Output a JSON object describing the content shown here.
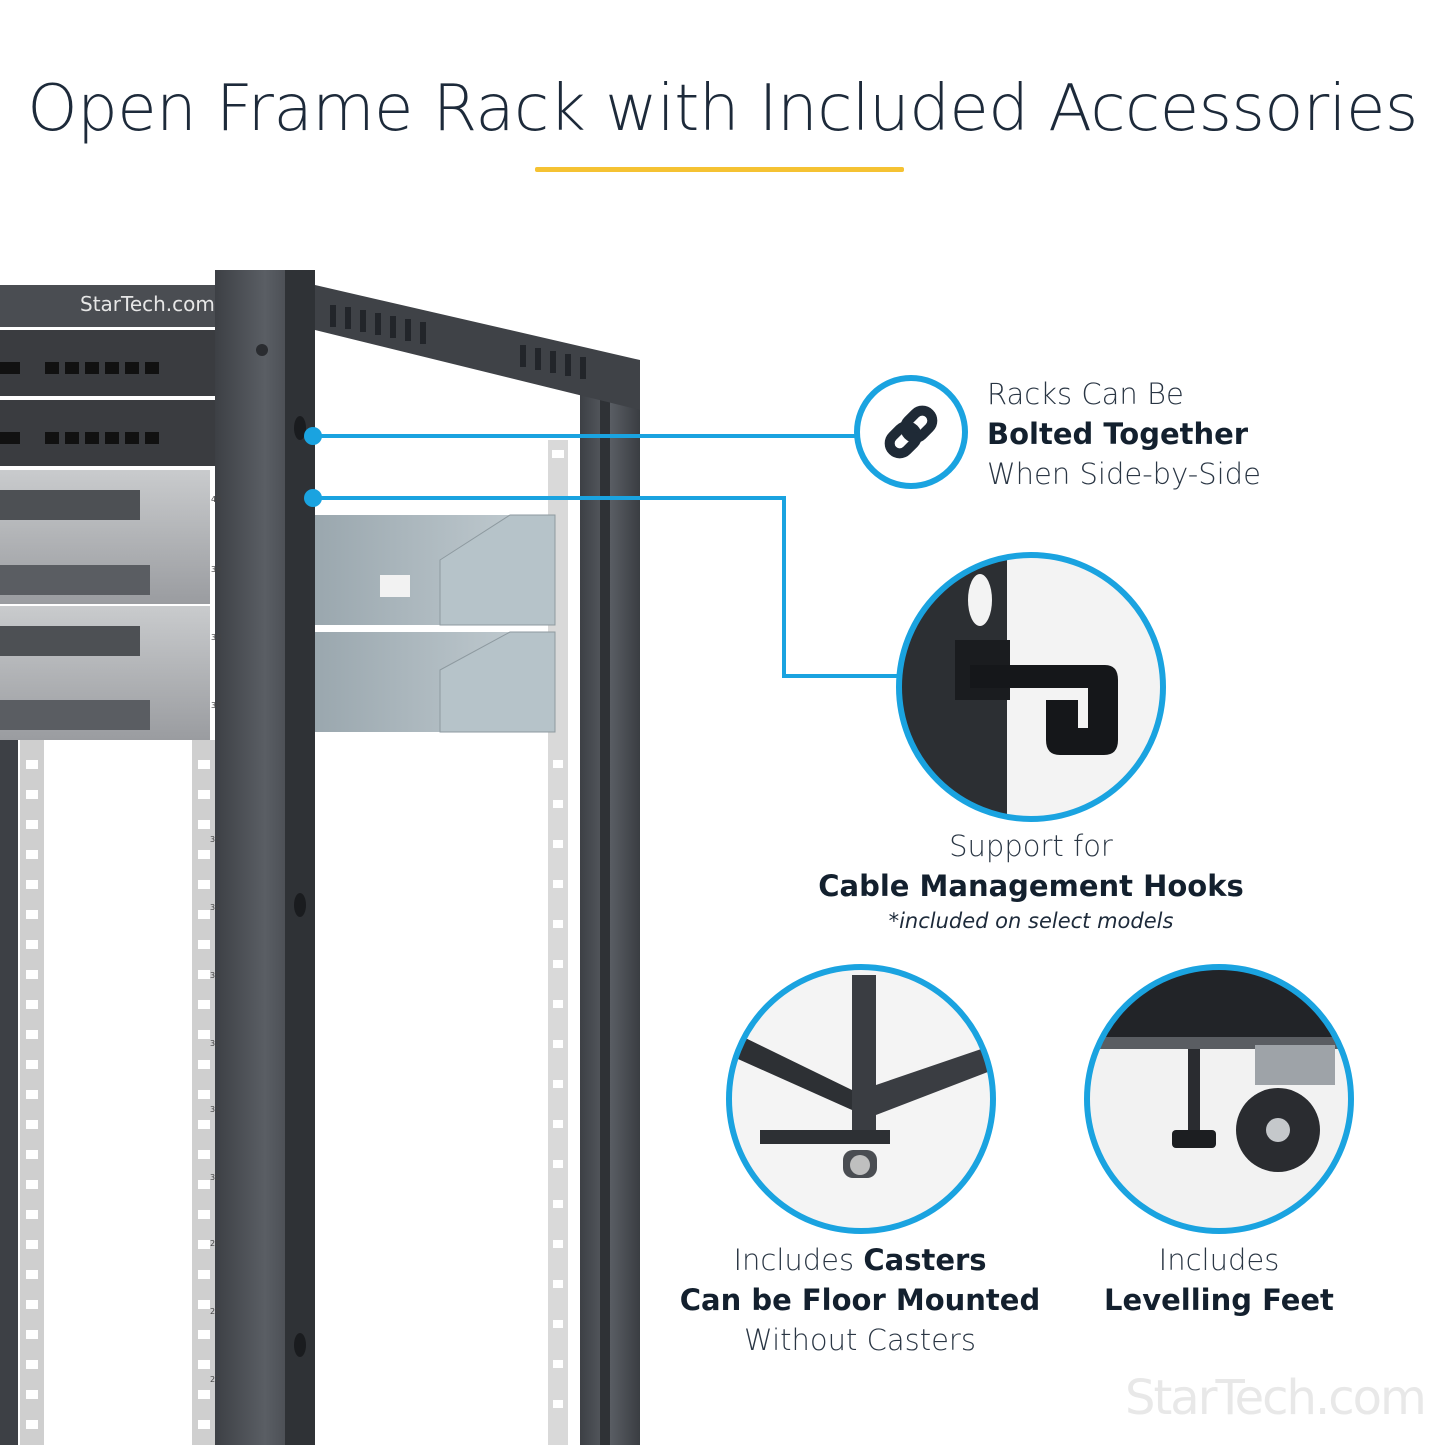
{
  "header": {
    "title": "Open Frame Rack with Included Accessories"
  },
  "rack": {
    "brand_label": "StarTech.com",
    "unit_numbers": [
      "40",
      "39",
      "38",
      "37",
      "35",
      "34",
      "33",
      "32",
      "31",
      "30",
      "29",
      "28",
      "27"
    ]
  },
  "features": {
    "bolted": {
      "line1": "Racks Can Be",
      "line2": "Bolted Together",
      "line3": "When Side-by-Side"
    },
    "hooks": {
      "line1": "Support for",
      "line2": "Cable Management Hooks",
      "note": "*included on select models"
    },
    "casters": {
      "line1_a": "Includes ",
      "line1_b": "Casters",
      "line2": "Can be Floor Mounted",
      "line3": "Without Casters"
    },
    "feet": {
      "line1": "Includes",
      "line2": "Levelling Feet"
    }
  },
  "colors": {
    "accent_blue": "#1aa3e0",
    "underline_yellow": "#f5c232",
    "rack_gray": "#4a4d52"
  },
  "watermark": "StarTech.com"
}
